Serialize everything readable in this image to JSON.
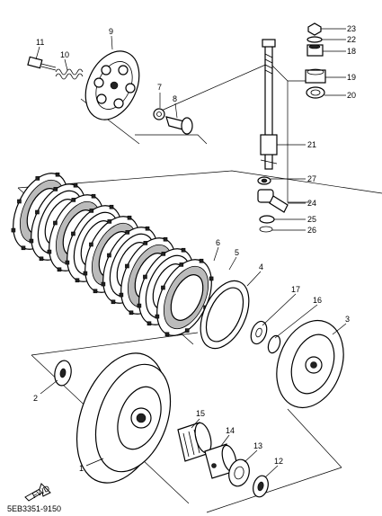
{
  "labels": [
    {
      "id": "1",
      "text": "1"
    },
    {
      "id": "2",
      "text": "2"
    },
    {
      "id": "3",
      "text": "3"
    },
    {
      "id": "4",
      "text": "4"
    },
    {
      "id": "5",
      "text": "5"
    },
    {
      "id": "6",
      "text": "6"
    },
    {
      "id": "7",
      "text": "7"
    },
    {
      "id": "8",
      "text": "8"
    },
    {
      "id": "9",
      "text": "9"
    },
    {
      "id": "10",
      "text": "10"
    },
    {
      "id": "11",
      "text": "11"
    },
    {
      "id": "12",
      "text": "12"
    },
    {
      "id": "13",
      "text": "13"
    },
    {
      "id": "14",
      "text": "14"
    },
    {
      "id": "15",
      "text": "15"
    },
    {
      "id": "16",
      "text": "16"
    },
    {
      "id": "17",
      "text": "17"
    },
    {
      "id": "18",
      "text": "18"
    },
    {
      "id": "19",
      "text": "19"
    },
    {
      "id": "20",
      "text": "20"
    },
    {
      "id": "21",
      "text": "21"
    },
    {
      "id": "22",
      "text": "22"
    },
    {
      "id": "23",
      "text": "23"
    },
    {
      "id": "24",
      "text": "24"
    },
    {
      "id": "25",
      "text": "25"
    },
    {
      "id": "26",
      "text": "26"
    },
    {
      "id": "27",
      "text": "27"
    }
  ],
  "part_code": "5EB3351-9150",
  "fwd_label": "FWD"
}
